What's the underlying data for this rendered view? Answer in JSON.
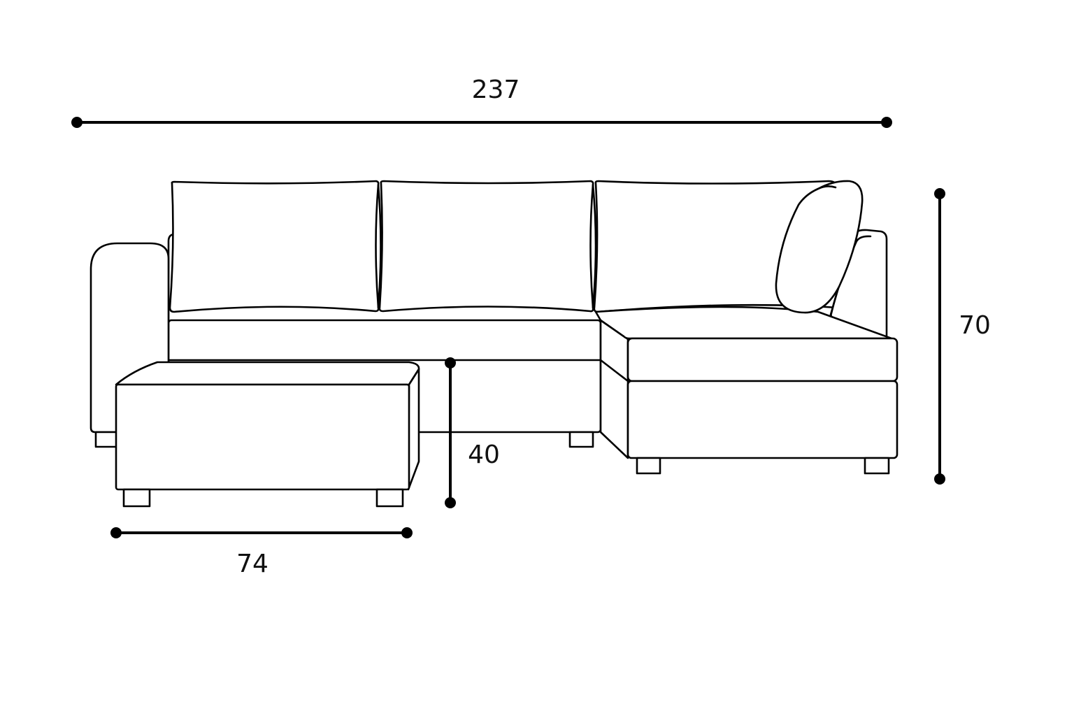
{
  "diagram": {
    "subject": "sectional-sofa-with-ottoman",
    "line_color": "#000000",
    "background_color": "#ffffff",
    "dimensions": {
      "total_width": {
        "value": "237"
      },
      "total_height": {
        "value": "70"
      },
      "seat_height": {
        "value": "40"
      },
      "ottoman_width": {
        "value": "74"
      }
    }
  }
}
